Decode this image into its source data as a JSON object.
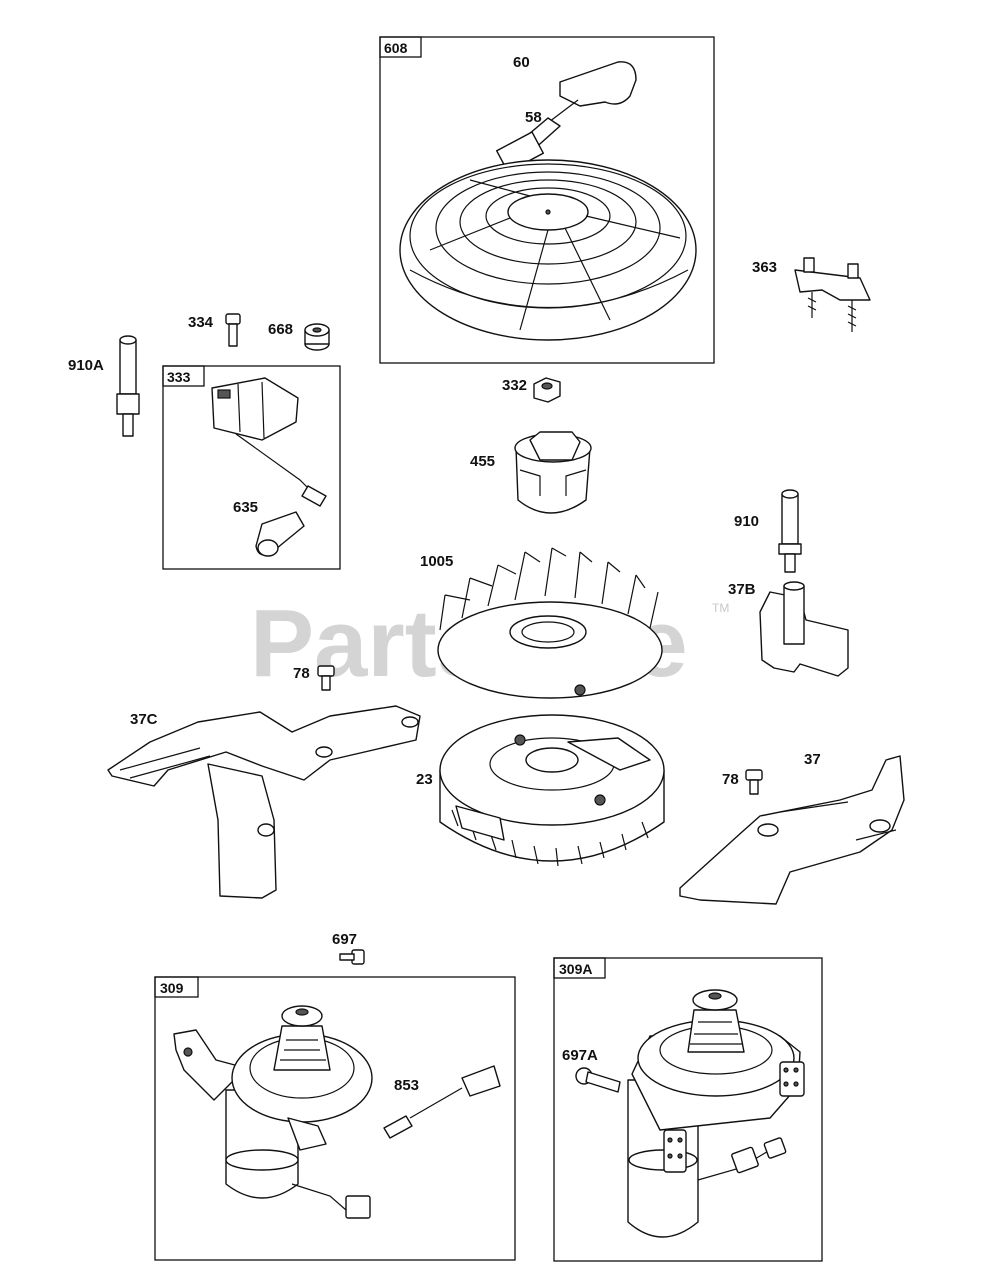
{
  "watermark": {
    "text": "PartsTree",
    "trademark": "TM"
  },
  "boxes": [
    {
      "id": "608",
      "tab": "608"
    },
    {
      "id": "333",
      "tab": "333"
    },
    {
      "id": "309",
      "tab": "309"
    },
    {
      "id": "309A",
      "tab": "309A"
    }
  ],
  "labels": {
    "p60": "60",
    "p58": "58",
    "p363": "363",
    "p334": "334",
    "p668": "668",
    "p910A": "910A",
    "p332": "332",
    "p455": "455",
    "p635": "635",
    "p910": "910",
    "p1005": "1005",
    "p37B": "37B",
    "p78a": "78",
    "p37C": "37C",
    "p23": "23",
    "p78b": "78",
    "p37": "37",
    "p697": "697",
    "p853": "853",
    "p697A": "697A"
  }
}
